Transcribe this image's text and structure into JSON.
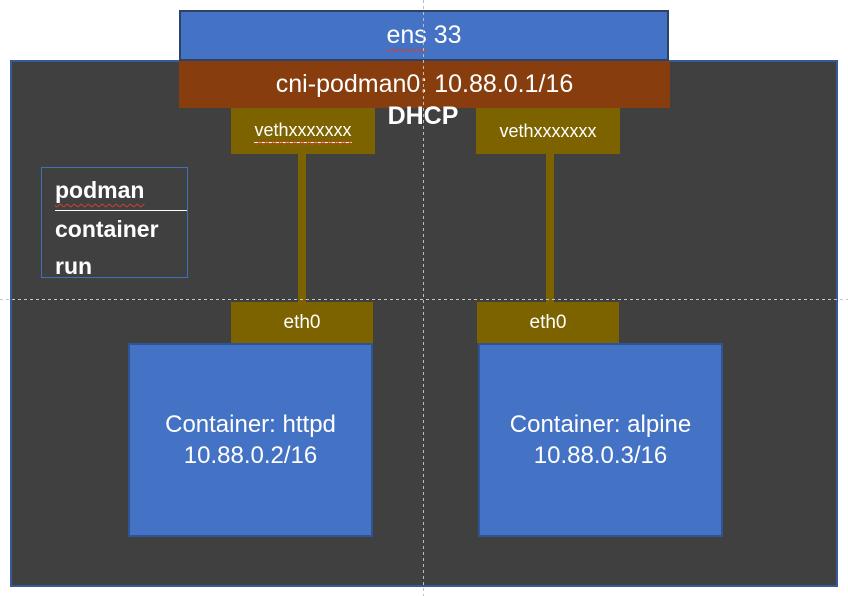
{
  "slide": {
    "external_interface": {
      "name_misspelled": "ens",
      "name_rest": " 33"
    },
    "bridge": {
      "label": "cni-podman0: 10.88.0.1/16"
    },
    "dhcp_label": "DHCP",
    "command_note": {
      "line1": "podman",
      "line2": "container",
      "line3": "run"
    },
    "left_stack": {
      "veth_label": "vethxxxxxxx",
      "eth_label": "eth0",
      "container_title": "Container: httpd",
      "container_ip": "10.88.0.2/16"
    },
    "right_stack": {
      "veth_label": "vethxxxxxxx",
      "eth_label": "eth0",
      "container_title": "Container: alpine",
      "container_ip": "10.88.0.3/16"
    },
    "colors": {
      "shape_blue": "#4472C4",
      "shape_blue_border": "#2F5496",
      "ens_border": "#2B4368",
      "bridge_brown": "#873D0D",
      "interface_olive": "#7D6200",
      "host_gray": "#404040",
      "host_border_blue": "#35599A",
      "guide_gray": "#C6C6C6",
      "spellcheck_red": "#D2422A",
      "text_white": "#FFFFFF"
    }
  }
}
